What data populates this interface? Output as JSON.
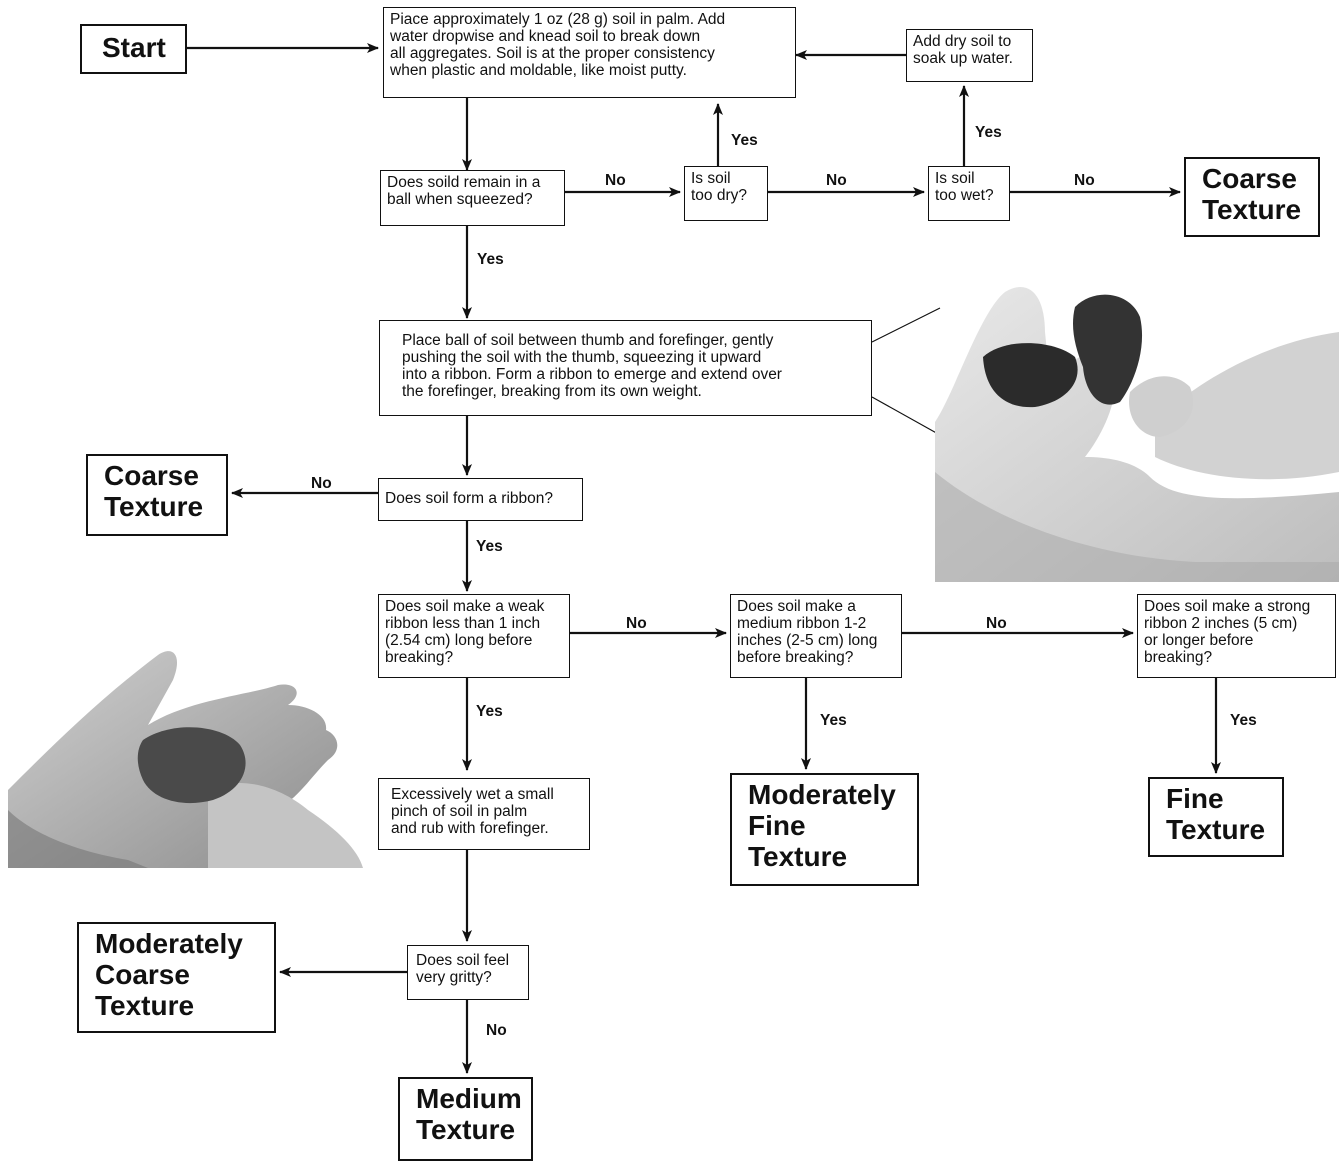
{
  "flow": {
    "start": "Start",
    "knead_step": "Piace approximately 1 oz (28 g) soil in palm. Add\nwater dropwise and knead soil to break down\nall aggregates. Soil is at the proper consistency\nwhen plastic and moldable, like moist putty.",
    "add_dry_soil": "Add dry soil to\nsoak up water.",
    "q_ball": "Does soild remain in a\nball when squeezed?",
    "q_too_dry": "Is soil\ntoo dry?",
    "q_too_wet": "Is soil\ntoo wet?",
    "coarse_texture_top": "Coarse\nTexture",
    "ribbon_step": "Place ball of soil between thumb and forefinger, gently\npushing the soil with the thumb, squeezing it upward\ninto a ribbon. Form a ribbon to emerge and extend over\nthe forefinger, breaking from its own weight.",
    "coarse_texture_left": "Coarse\nTexture",
    "q_form_ribbon": "Does soil form a ribbon?",
    "q_weak_ribbon": "Does soil make a weak\nribbon less than 1 inch\n(2.54 cm) long before\nbreaking?",
    "q_medium_ribbon": "Does soil make a\nmedium ribbon 1-2\ninches (2-5 cm) long\nbefore breaking?",
    "q_strong_ribbon": "Does soil make a strong\nribbon 2 inches (5 cm)\nor longer before\nbreaking?",
    "wet_pinch_step": "Excessively wet a small\npinch of soil in palm\nand rub with forefinger.",
    "moderately_fine": "Moderately\nFine\nTexture",
    "fine_texture": "Fine\nTexture",
    "q_gritty": "Does soil feel\nvery gritty?",
    "moderately_coarse": "Moderately\nCoarse\nTexture",
    "medium_texture": "Medium\nTexture"
  },
  "edge_labels": {
    "ball_no": "No",
    "dry_yes": "Yes",
    "dry_no": "No",
    "wet_yes": "Yes",
    "wet_no": "No",
    "ball_yes": "Yes",
    "ribbon_no": "No",
    "ribbon_yes": "Yes",
    "weak_no": "No",
    "medium_no": "No",
    "weak_yes": "Yes",
    "medium_yes": "Yes",
    "strong_yes": "Yes",
    "gritty_no": "No"
  },
  "colors": {
    "ink": "#111111",
    "background": "#ffffff"
  }
}
